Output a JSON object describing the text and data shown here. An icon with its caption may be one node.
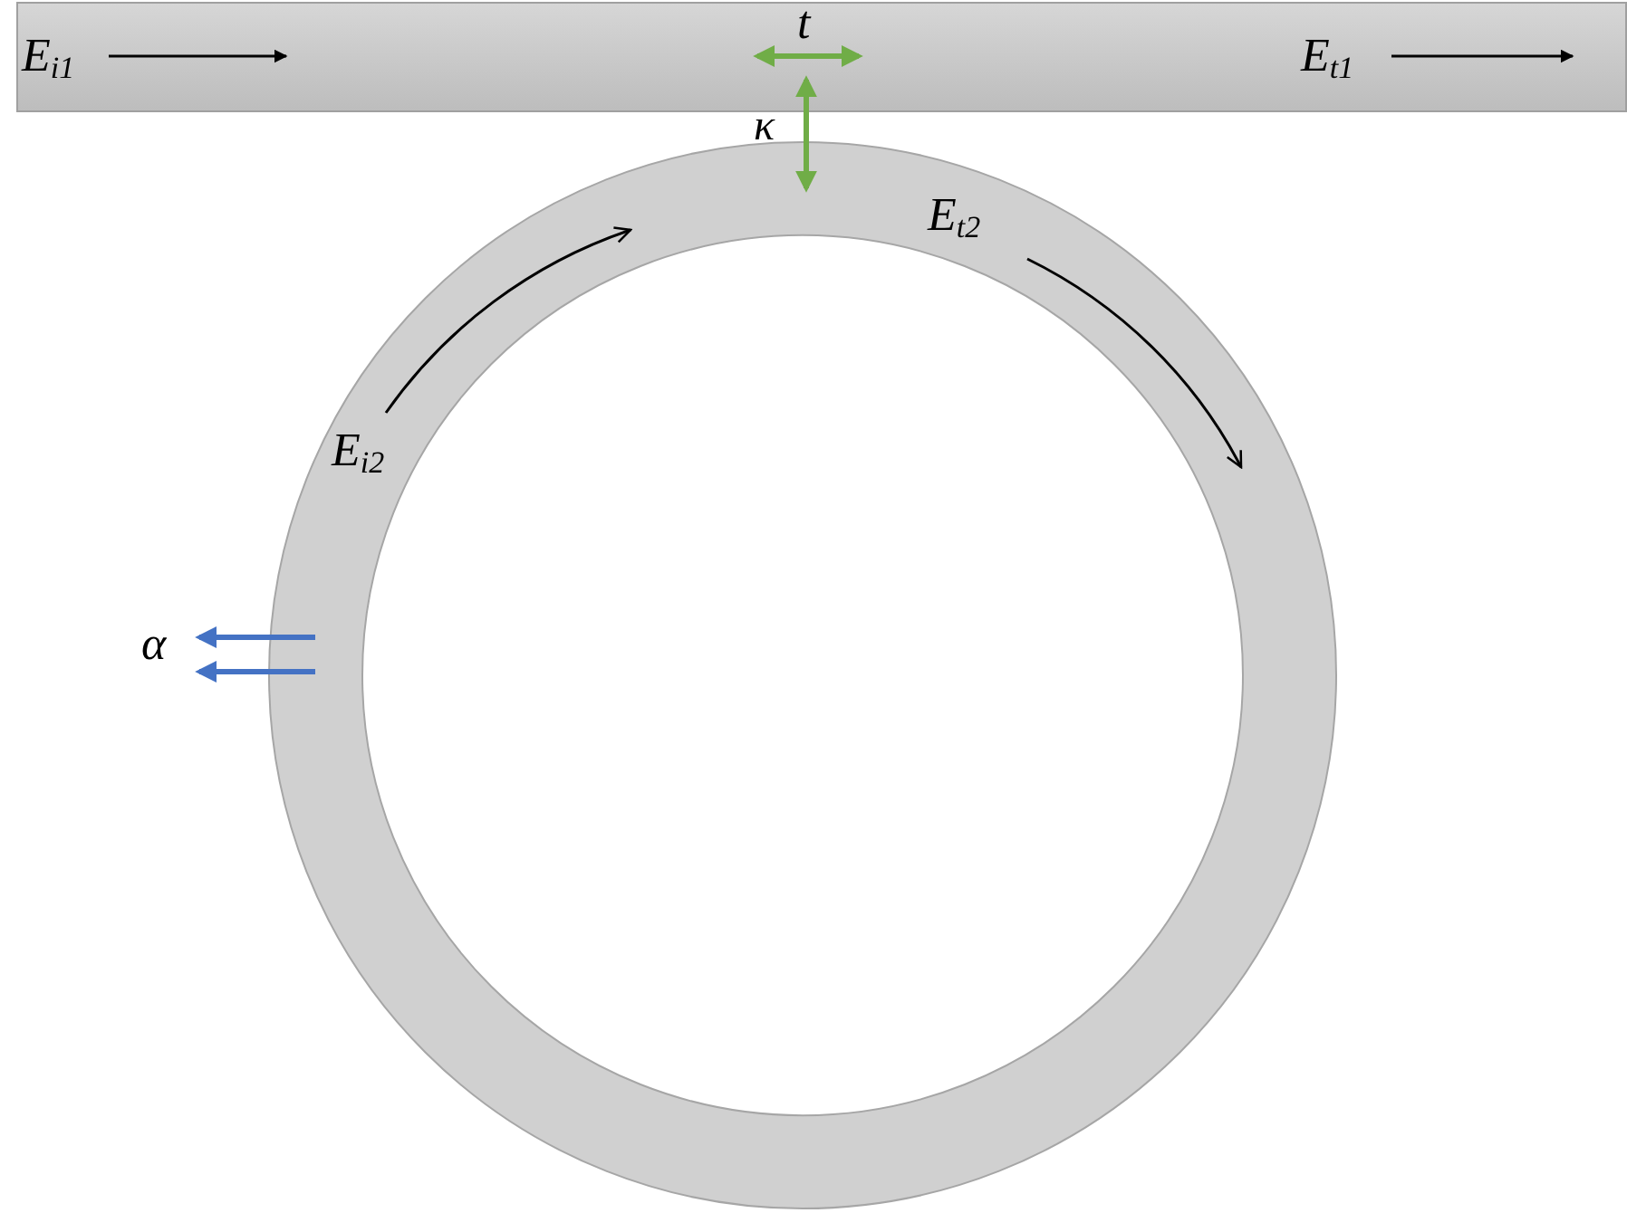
{
  "diagram": {
    "nodes": [
      {
        "text": [],
        "shape": "bar"
      },
      {
        "text": [],
        "shape": "circle"
      }
    ],
    "edges": [
      {
        "from": 0,
        "to": 1,
        "arrow": "both",
        "label": "κ",
        "color": "#70ad47"
      }
    ],
    "labels": [
      "E$_{i1}$",
      "t",
      "E$_{t1}$",
      "E$_{t2}$",
      "E$_{i2}$",
      "α"
    ]
  }
}
